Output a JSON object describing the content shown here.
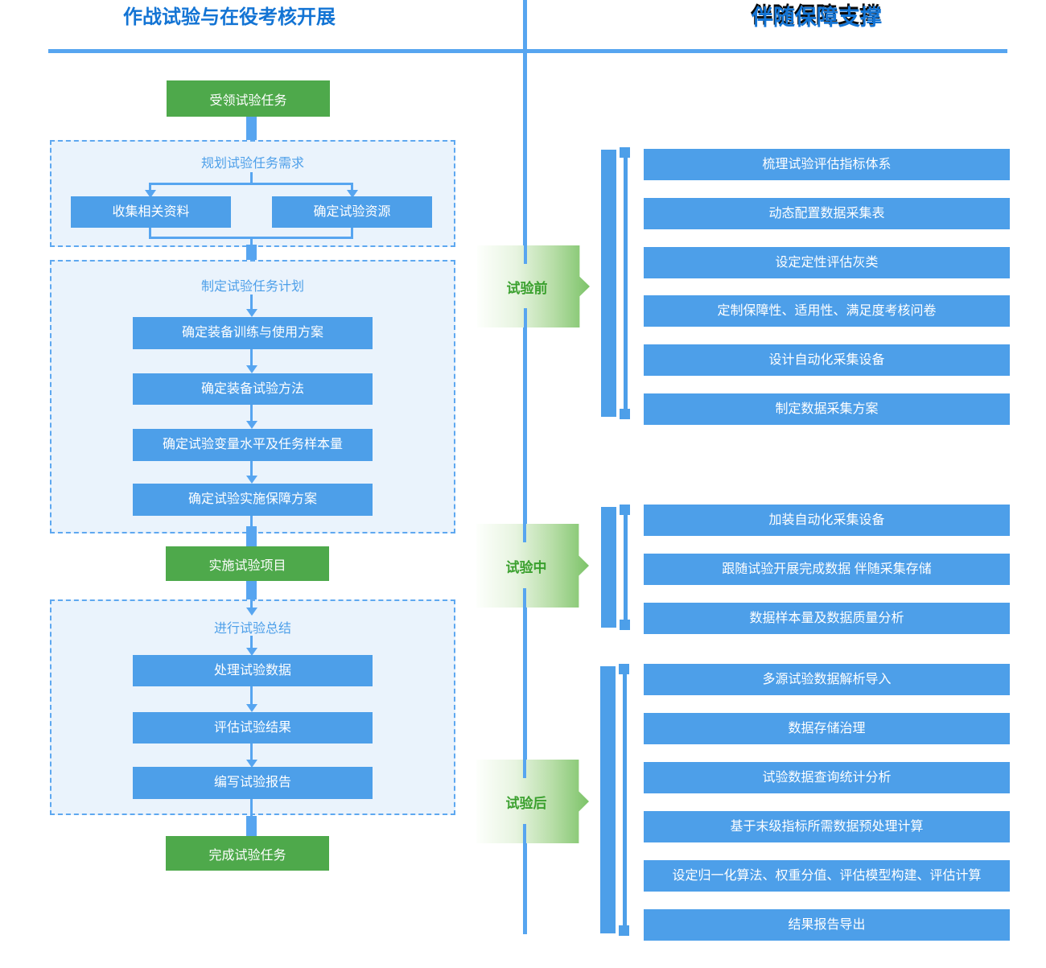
{
  "titles": {
    "left": "作战试验与在役考核开展",
    "right": "伴随保障支撑"
  },
  "left_flow": {
    "start": "受领试验任务",
    "stage1": {
      "title": "规划试验任务需求",
      "items": [
        "收集相关资料",
        "确定试验资源"
      ]
    },
    "stage2": {
      "title": "制定试验任务计划",
      "items": [
        "确定装备训练与使用方案",
        "确定装备试验方法",
        "确定试验变量水平及任务样本量",
        "确定试验实施保障方案"
      ]
    },
    "milestone": "实施试验项目",
    "stage3": {
      "title": "进行试验总结",
      "items": [
        "处理试验数据",
        "评估试验结果",
        "编写试验报告"
      ]
    },
    "end": "完成试验任务"
  },
  "right_groups": [
    {
      "phase": "试验前",
      "items": [
        "梳理试验评估指标体系",
        "动态配置数据采集表",
        "设定定性评估灰类",
        "定制保障性、适用性、满足度考核问卷",
        "设计自动化采集设备",
        "制定数据采集方案"
      ]
    },
    {
      "phase": "试验中",
      "items": [
        "加装自动化采集设备",
        "跟随试验开展完成数据 伴随采集存储",
        "数据样本量及数据质量分析"
      ]
    },
    {
      "phase": "试验后",
      "items": [
        "多源试验数据解析导入",
        "数据存储治理",
        "试验数据查询统计分析",
        "基于末级指标所需数据预处理计算",
        "设定归一化算法、权重分值、评估模型构建、评估计算",
        "结果报告导出"
      ]
    }
  ],
  "colors": {
    "box_blue": "#4D9FE9",
    "line_blue": "#57A5F0",
    "box_green": "#4EA94B",
    "stage_fill": "#EAF3FC",
    "stage_border": "#5EA8F0",
    "title_blue": "#1374D4",
    "phase_text_green": "#3AA02E"
  }
}
